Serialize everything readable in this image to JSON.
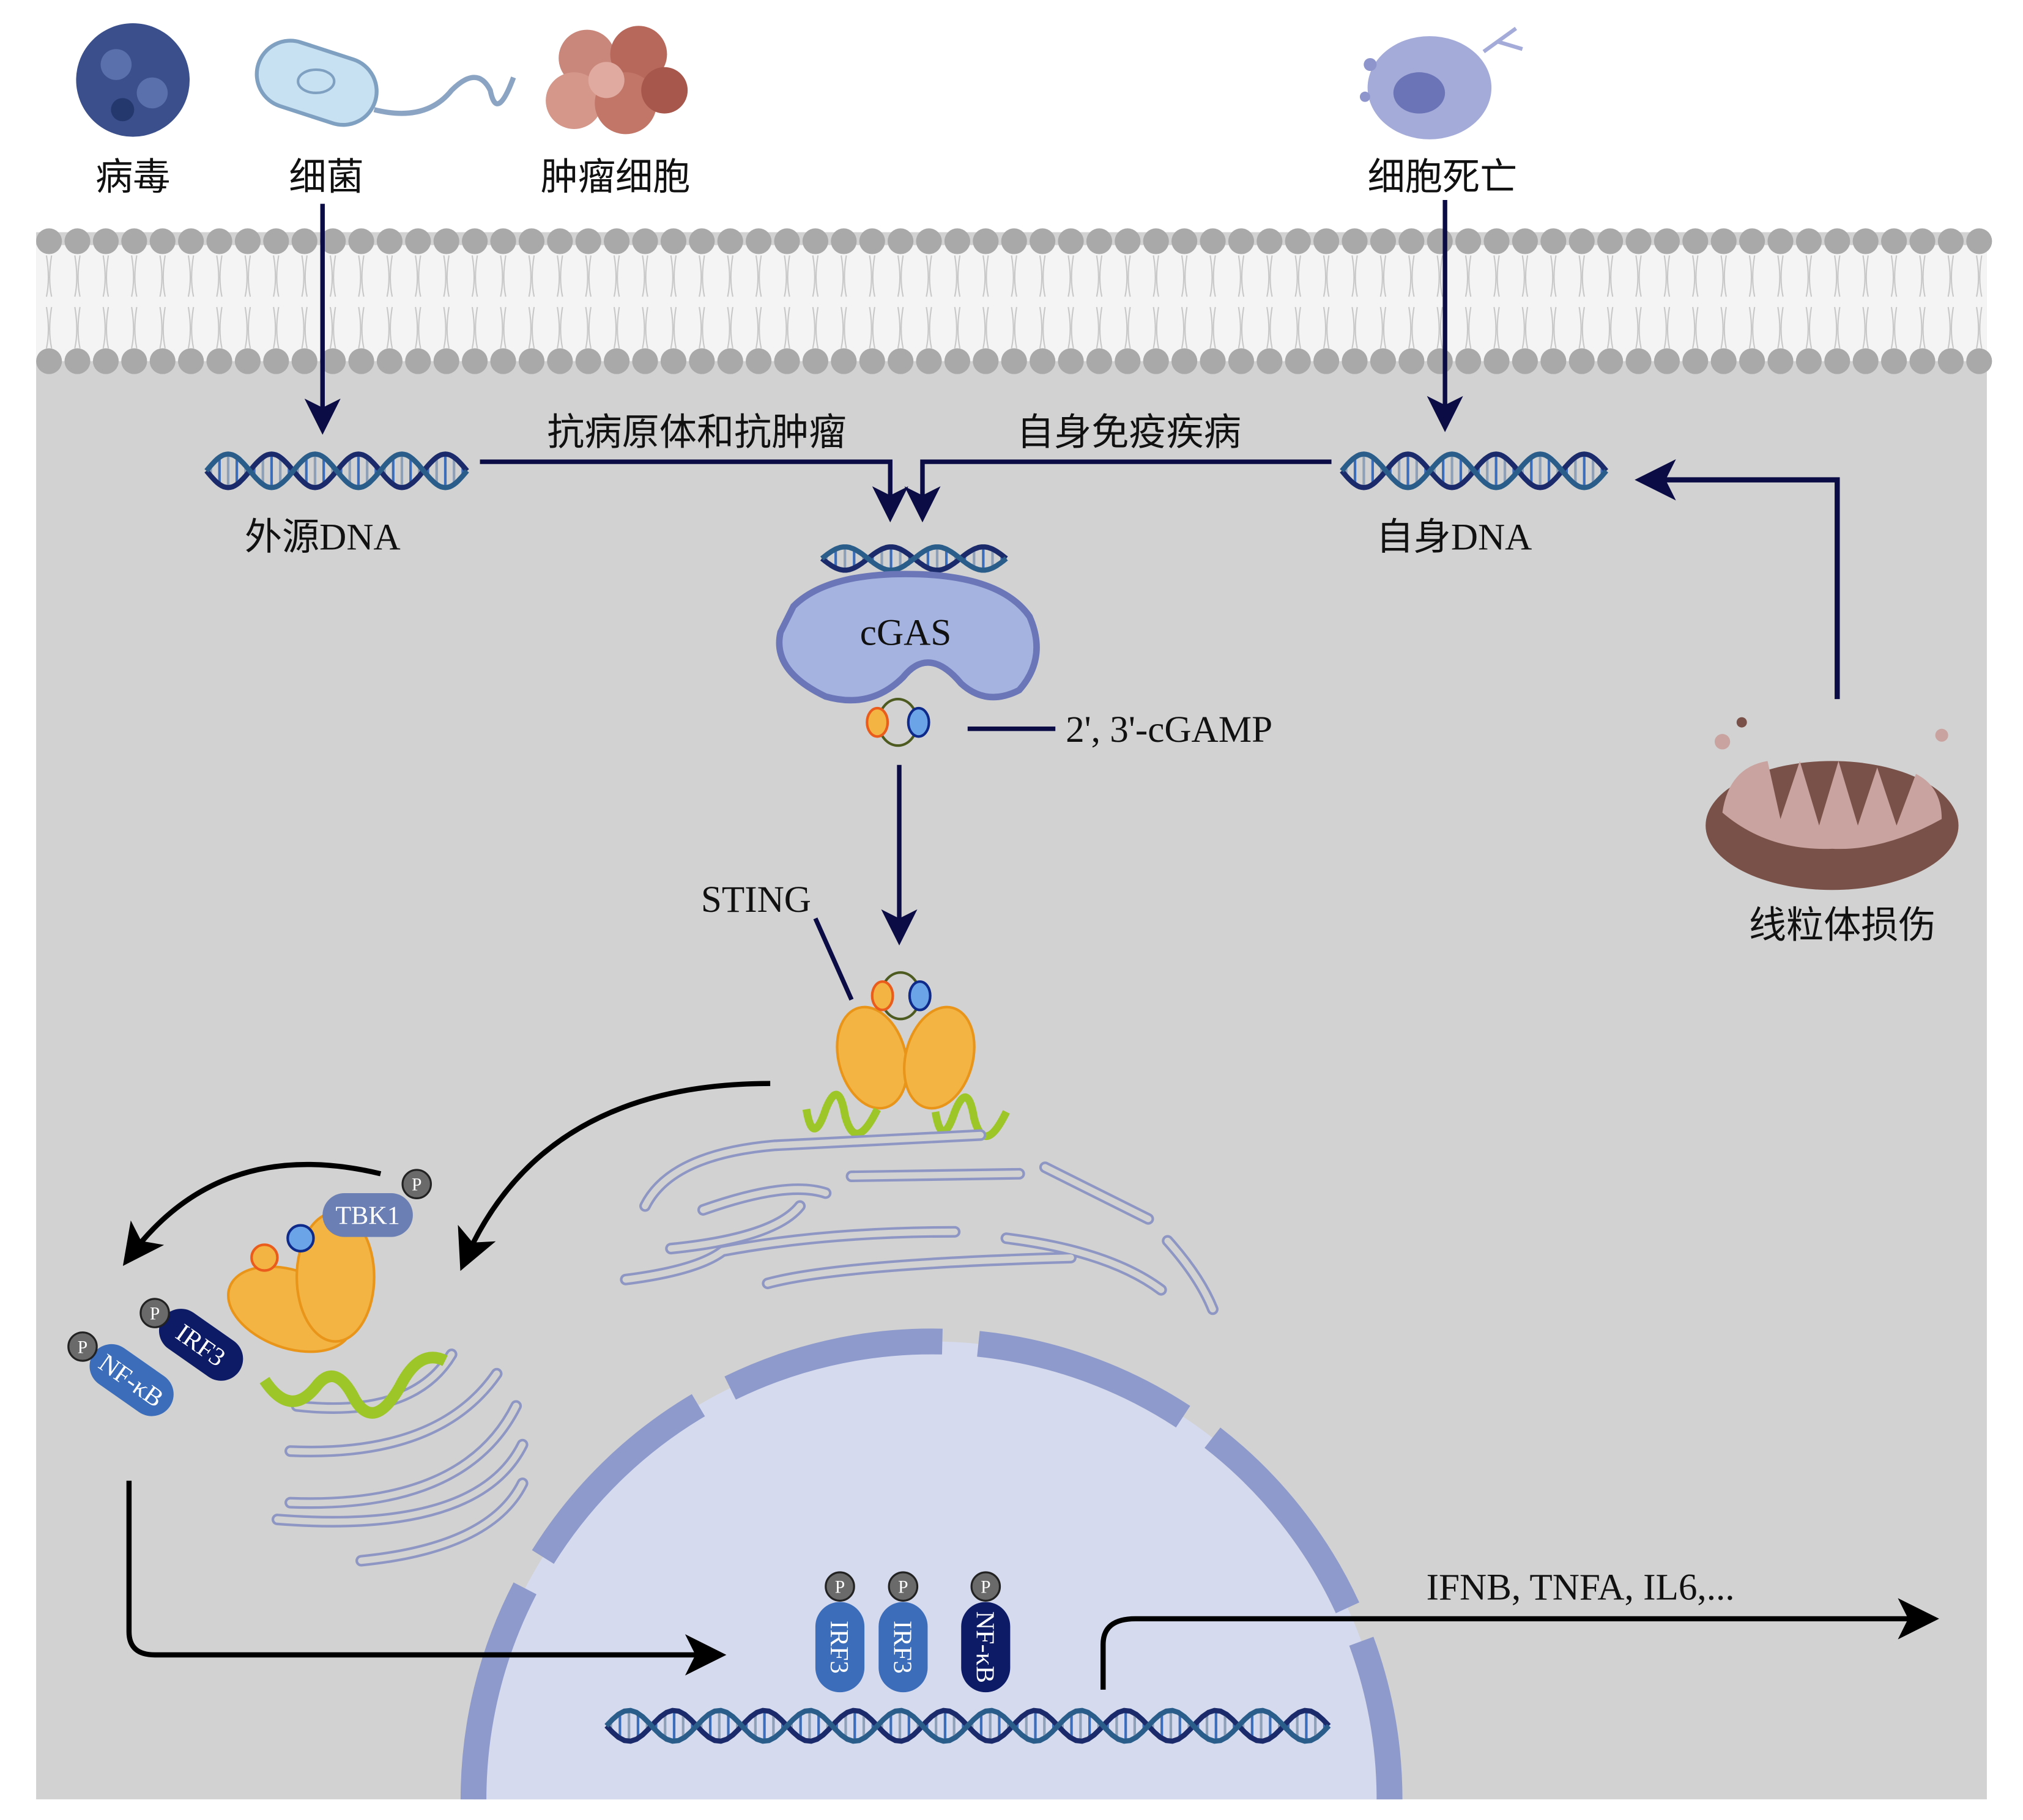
{
  "sources": {
    "virus": "病毒",
    "bacteria": "细菌",
    "tumor_cell": "肿瘤细胞",
    "cell_death": "细胞死亡"
  },
  "dna": {
    "exogenous": "外源DNA",
    "self": "自身DNA"
  },
  "pathways": {
    "anti_pathogen_tumor": "抗病原体和抗肿瘤",
    "autoimmune": "自身免疫疾病"
  },
  "proteins": {
    "cgas": "cGAS",
    "cgamp": "2', 3'-cGAMP",
    "sting": "STING",
    "tbk1": "TBK1",
    "irf3": "IRF3",
    "nfkb": "NF-κB",
    "phospho": "P"
  },
  "mito_damage": "线粒体损伤",
  "genes": "IFNB, TNFA, IL6,...",
  "colors": {
    "cytoplasm": "#d2d2d2",
    "arrow": "#0b0b45",
    "nucleus": "#d5daee",
    "nuclear_envelope": "#8e9acb",
    "cgas": "#a5b3e0",
    "sting": "#f4b443",
    "irf3": "#3b6dbb",
    "nfkb": "#0d1a66",
    "tbk1": "#6b7fb4"
  }
}
